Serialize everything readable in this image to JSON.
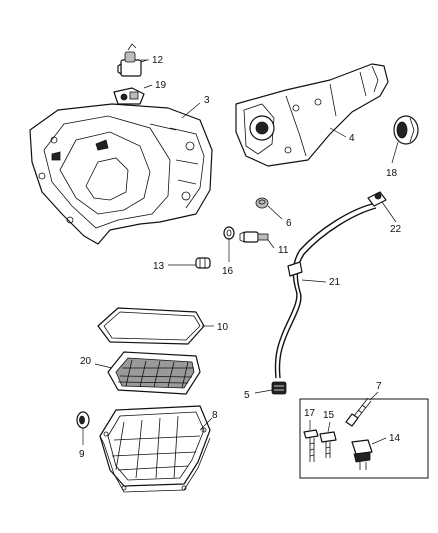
{
  "callouts": {
    "c1": "12",
    "c2": "19",
    "c3": "3",
    "c4": "4",
    "c5": "18",
    "c6": "6",
    "c7": "22",
    "c8": "11",
    "c9": "16",
    "c10": "13",
    "c11": "21",
    "c12": "10",
    "c13": "20",
    "c14": "5",
    "c15": "7",
    "c16": "17",
    "c17": "15",
    "c18": "14",
    "c19": "9",
    "c20": "8"
  }
}
